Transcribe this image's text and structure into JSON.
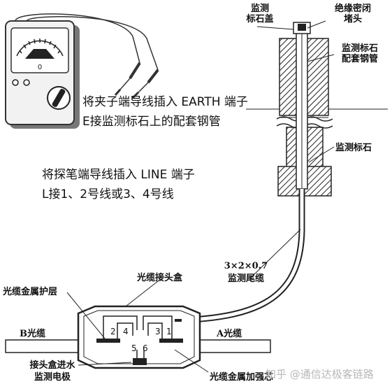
{
  "labels": {
    "cap_label": [
      "监测",
      "标石盖"
    ],
    "seal_label": [
      "绝缘密闭",
      "堵头"
    ],
    "pipe_label": [
      "监测标石",
      "配套钢管"
    ],
    "stone_label": "监测标石",
    "instruction_earth": [
      "将夹子端导线插入 EARTH 端子",
      "E接监测标石上的配套钢管"
    ],
    "instruction_line": [
      "将探笔端导线插入 LINE 端子",
      "L接1、2号线或3、4号线"
    ],
    "tail_cable": [
      "3×2×0.7",
      "监测尾缆"
    ],
    "joint_box": "光缆接头盒",
    "metal_sheath": "光缆金属护层",
    "cable_b": "B光缆",
    "cable_a": "A光缆",
    "water_electrode": [
      "接头盒进水",
      "监测电极"
    ],
    "strength_core": "光缆金属加强芯",
    "wire_numbers": [
      "2",
      "4",
      "3",
      "1",
      "5",
      "6"
    ]
  },
  "meter": {
    "center_mark": "0"
  },
  "watermark": "知乎 @通信达极客链路"
}
